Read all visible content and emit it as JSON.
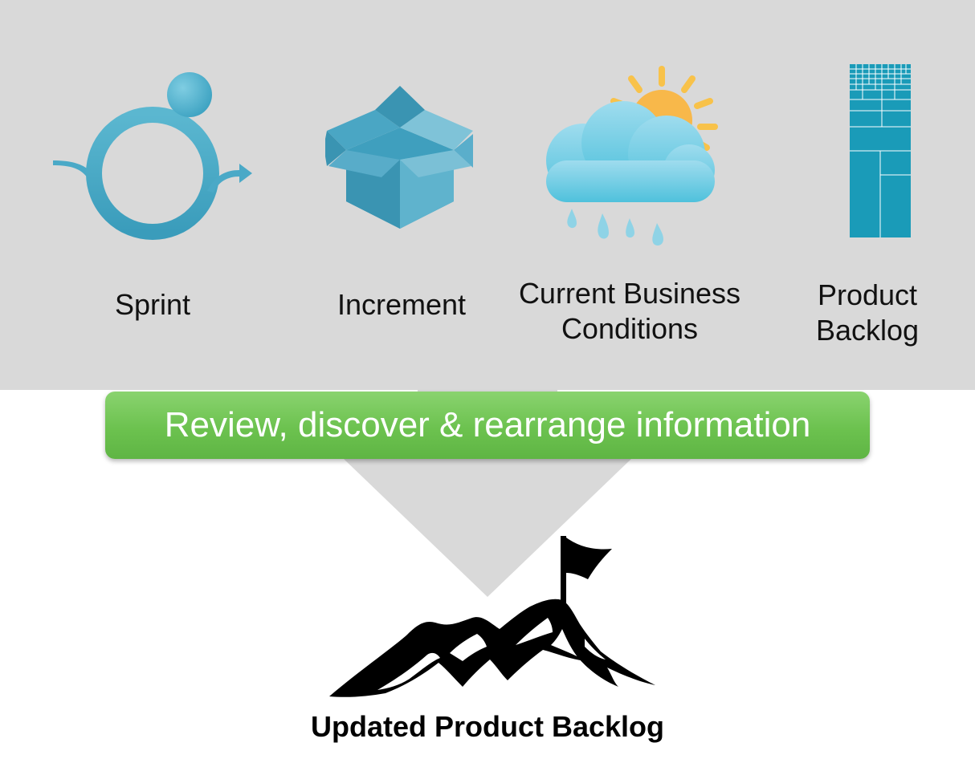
{
  "inputs": [
    {
      "label": "Sprint",
      "icon": "sprint-cycle-icon"
    },
    {
      "label": "Increment",
      "icon": "open-box-icon"
    },
    {
      "label": "Current Business\nConditions",
      "icon": "weather-icon"
    },
    {
      "label": "Product\nBacklog",
      "icon": "backlog-grid-icon"
    }
  ],
  "action": {
    "label": "Review, discover & rearrange information"
  },
  "output": {
    "label": "Updated Product Backlog",
    "icon": "mountain-flag-icon"
  },
  "colors": {
    "panel": "#d9d9d9",
    "funnel": "#d9d9d9",
    "accent_blue": "#3fa7c4",
    "action_green": "#6cc24f",
    "sun": "#f8b84a",
    "backlog": "#1a9bb8"
  }
}
